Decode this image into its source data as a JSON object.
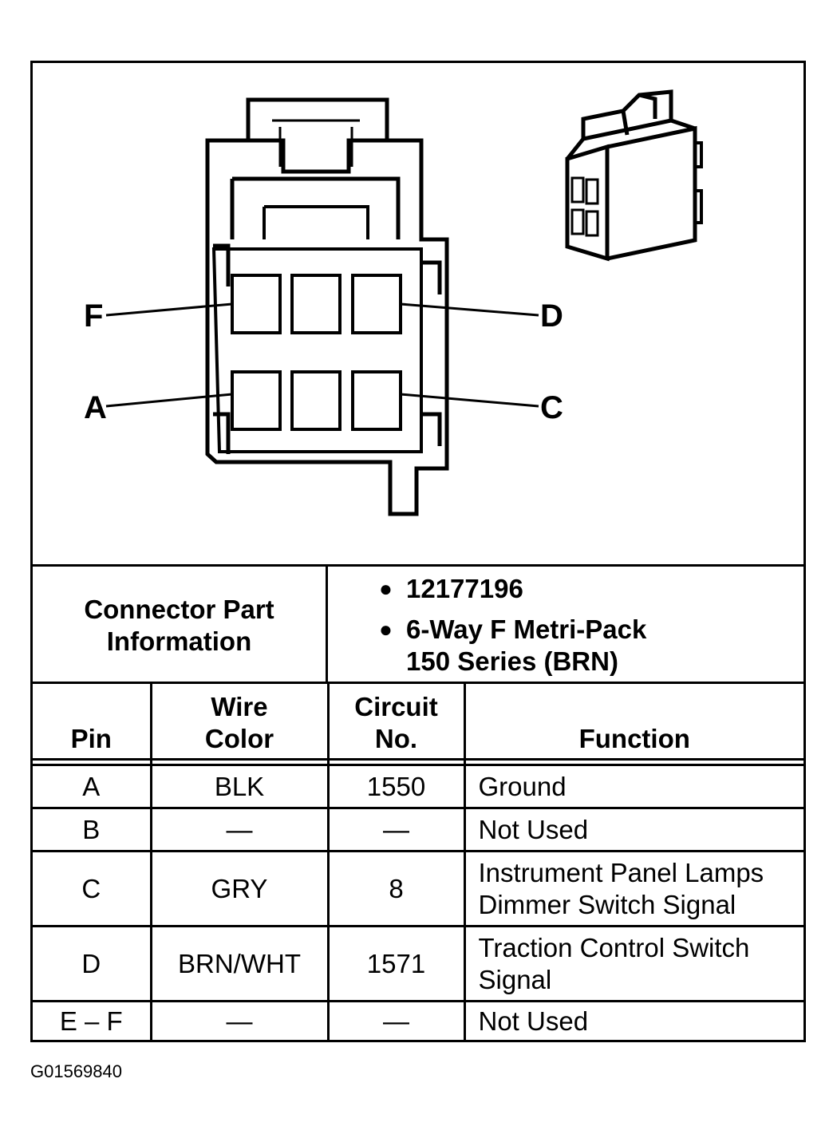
{
  "connector_views": {
    "face_view": {
      "pin_labels": [
        "F",
        "D",
        "A",
        "C"
      ]
    },
    "isometric_view": {}
  },
  "part_info": {
    "label_line1": "Connector Part",
    "label_line2": "Information",
    "part_number": "12177196",
    "description_line1": "6-Way F Metri-Pack",
    "description_line2": "150 Series (BRN)"
  },
  "pin_table": {
    "headers": {
      "pin": "Pin",
      "wire_color_line1": "Wire",
      "wire_color_line2": "Color",
      "circuit_line1": "Circuit",
      "circuit_line2": "No.",
      "function": "Function"
    },
    "rows": [
      {
        "pin": "A",
        "wire_color": "BLK",
        "circuit": "1550",
        "function_line1": "Ground",
        "function_line2": ""
      },
      {
        "pin": "B",
        "wire_color": "—",
        "circuit": "—",
        "function_line1": "Not Used",
        "function_line2": ""
      },
      {
        "pin": "C",
        "wire_color": "GRY",
        "circuit": "8",
        "function_line1": "Instrument Panel Lamps",
        "function_line2": "Dimmer Switch Signal"
      },
      {
        "pin": "D",
        "wire_color": "BRN/WHT",
        "circuit": "1571",
        "function_line1": "Traction Control Switch",
        "function_line2": "Signal"
      },
      {
        "pin": "E – F",
        "wire_color": "—",
        "circuit": "—",
        "function_line1": "Not Used",
        "function_line2": ""
      }
    ]
  },
  "figure_code": "G01569840"
}
